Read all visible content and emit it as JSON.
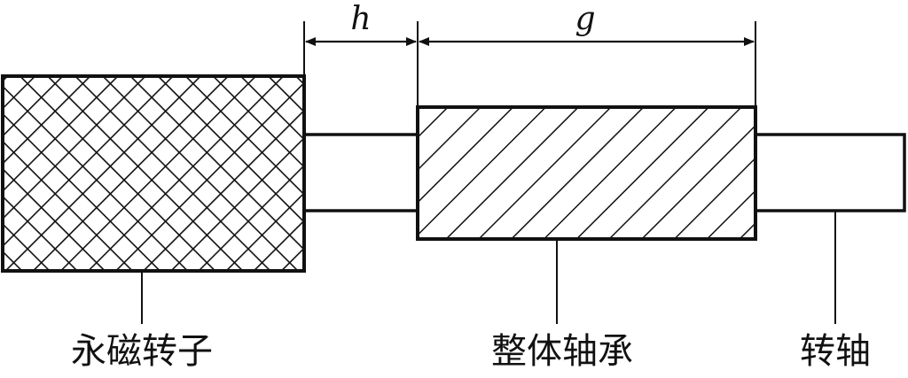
{
  "labels": {
    "rotor": "永磁转子",
    "bearing": "整体轴承",
    "shaft": "转轴"
  },
  "dimensions": {
    "h": "h",
    "g": "g"
  },
  "colors": {
    "stroke": "#111111",
    "background": "#ffffff"
  }
}
